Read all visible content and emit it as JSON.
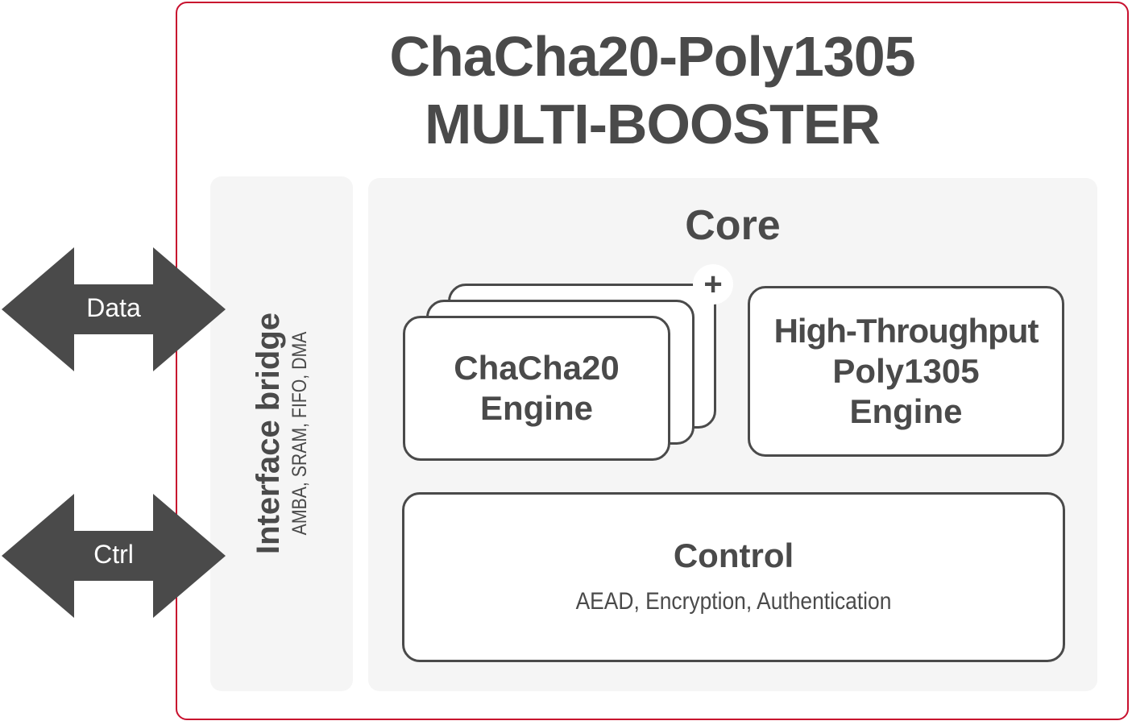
{
  "title": {
    "line1": "ChaCha20-Poly1305",
    "line2": "MULTI-BOOSTER"
  },
  "interface_bridge": {
    "title": "Interface bridge",
    "subtitle": "AMBA, SRAM, FIFO, DMA"
  },
  "arrows": {
    "data_label": "Data",
    "ctrl_label": "Ctrl"
  },
  "core": {
    "title": "Core",
    "chacha_engine": {
      "line1": "ChaCha20",
      "line2": "Engine",
      "plus_symbol": "+"
    },
    "poly_engine": {
      "line1": "High-Throughput",
      "line2": "Poly1305",
      "line3": "Engine"
    },
    "control": {
      "title": "Control",
      "subtitle": "AEAD, Encryption, Authentication"
    }
  },
  "colors": {
    "border_accent": "#c8102e",
    "text": "#4a4a4a",
    "arrow_fill": "#4a4a4a",
    "panel_bg": "#f5f5f5"
  }
}
